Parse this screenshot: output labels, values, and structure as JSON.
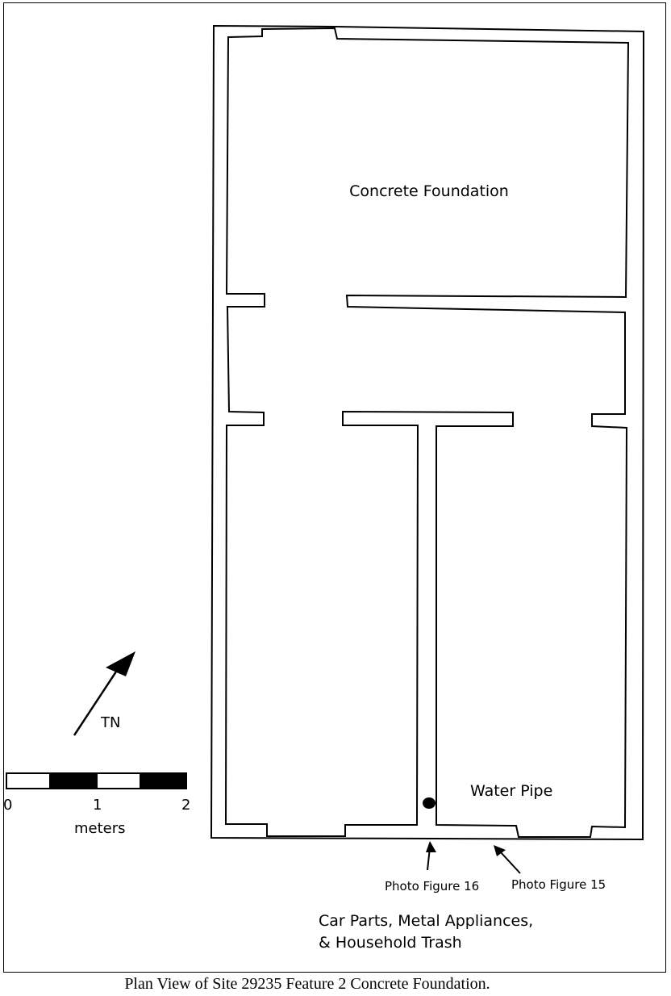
{
  "labels": {
    "foundation": "Concrete Foundation",
    "water_pipe": "Water Pipe",
    "photo16": "Photo Figure 16",
    "photo15": "Photo Figure 15",
    "trash_line1": "Car Parts, Metal Appliances,",
    "trash_line2": "& Household Trash"
  },
  "north_arrow": {
    "label": "TN"
  },
  "scale_bar": {
    "ticks": [
      "0",
      "1",
      "2"
    ],
    "unit": "meters"
  },
  "caption": "Plan View of Site 29235 Feature 2 Concrete Foundation."
}
